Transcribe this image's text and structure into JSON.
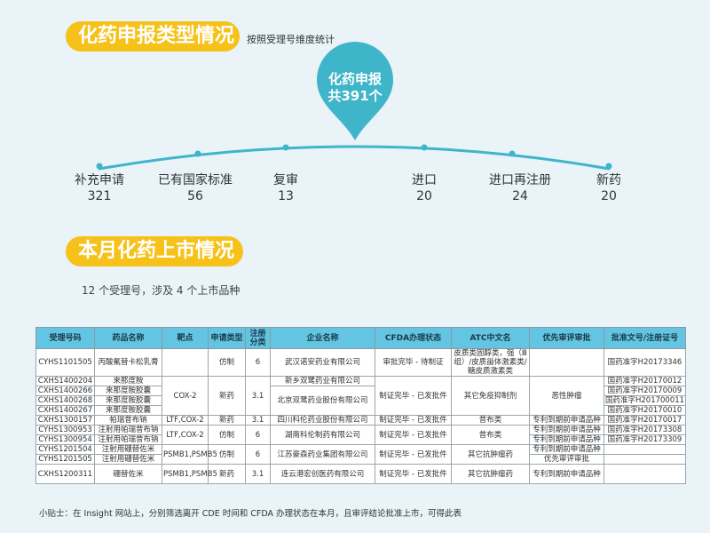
{
  "header": {
    "title": "化药申报类型情况",
    "subtitle": "按照受理号维度统计"
  },
  "summary": {
    "line1": "化药申报",
    "line2": "共391个"
  },
  "categories": [
    {
      "label": "补充申请",
      "value": "321"
    },
    {
      "label": "已有国家标准",
      "value": "56"
    },
    {
      "label": "复审",
      "value": "13"
    },
    {
      "label": "进口",
      "value": "20"
    },
    {
      "label": "进口再注册",
      "value": "24"
    },
    {
      "label": "新药",
      "value": "20"
    }
  ],
  "section2": {
    "title": "本月化药上市情况",
    "note": "12 个受理号，涉及 4 个上市品种"
  },
  "table": {
    "headers": [
      "受理号码",
      "药品名称",
      "靶点",
      "申请类型",
      "注册分类",
      "企业名称",
      "CFDA办理状态",
      "ATC中文名",
      "优先审评审批",
      "批准文号/注册证号"
    ],
    "rows": [
      {
        "id": "CYHS1101505",
        "drug": "丙酸氟替卡松乳膏",
        "target": "",
        "type": "仿制",
        "cls": "6",
        "company": "武汉诺安药业有限公司",
        "status": "审批完毕 - 待制证",
        "atc": "皮质类固醇类，强（Ⅲ组）/皮质甾体激素类/糖皮质激素类",
        "priority": "",
        "approval": "国药准字H20173346"
      },
      {
        "id": "CXHS1400204",
        "drug": "来那度胺",
        "target": "",
        "type": "",
        "cls": "",
        "company": "新乡双鹭药业有限公司",
        "status": "",
        "atc": "",
        "priority": "",
        "approval": "国药准字H20170012"
      },
      {
        "id": "CXHS1400266",
        "drug": "来那度胺胶囊",
        "target": "",
        "type": "",
        "cls": "",
        "company": "",
        "status": "",
        "atc": "",
        "priority": "",
        "approval": "国药准字H20170009"
      },
      {
        "id": "CXHS1400268",
        "drug": "来那度胺胶囊",
        "target": "",
        "type": "",
        "cls": "",
        "company": "",
        "status": "",
        "atc": "",
        "priority": "",
        "approval": "国药准字H201700011"
      },
      {
        "id": "CXHS1400267",
        "drug": "来那度胺胶囊",
        "target": "",
        "type": "",
        "cls": "",
        "company": "",
        "status": "",
        "atc": "",
        "priority": "",
        "approval": "国药准字H20170010"
      },
      {
        "id": "CXHS1300157",
        "drug": "帕瑞昔布钠",
        "target": "LTF,COX-2",
        "type": "新药",
        "cls": "3.1",
        "company": "四川科伦药业股份有限公司",
        "status": "制证完毕 - 已发批件",
        "atc": "昔布类",
        "priority": "专利到期前申请品种",
        "approval": "国药准字H20170017"
      },
      {
        "id": "CYHS1300953",
        "drug": "注射用帕瑞昔布钠",
        "target": "",
        "type": "",
        "cls": "",
        "company": "",
        "status": "",
        "atc": "",
        "priority": "专利到期前申请品种",
        "approval": "国药准字H20173308"
      },
      {
        "id": "CYHS1300954",
        "drug": "注射用帕瑞昔布钠",
        "target": "",
        "type": "",
        "cls": "",
        "company": "",
        "status": "",
        "atc": "",
        "priority": "专利到期前申请品种",
        "approval": "国药准字H20173309"
      },
      {
        "id": "CYHS1201504",
        "drug": "注射用硼替佐米",
        "target": "",
        "type": "",
        "cls": "",
        "company": "",
        "status": "",
        "atc": "",
        "priority": "专利到期前申请品种",
        "approval": ""
      },
      {
        "id": "CYHS1201505",
        "drug": "注射用硼替佐米",
        "target": "",
        "type": "",
        "cls": "",
        "company": "",
        "status": "",
        "atc": "",
        "priority": "优先审评审批",
        "approval": ""
      },
      {
        "id": "CXHS1200311",
        "drug": "硼替佐米",
        "target": "PSMB1,PSMB5",
        "type": "新药",
        "cls": "3.1",
        "company": "连云港宏创医药有限公司",
        "status": "制证完毕 - 已发批件",
        "atc": "其它抗肿瘤药",
        "priority": "专利到期前申请品种",
        "approval": ""
      }
    ],
    "merged": {
      "lenalidomide_target": "COX-2",
      "lenalidomide_type": "新药",
      "lenalidomide_cls": "3.1",
      "lenalidomide_company": "北京双鹭药业股份有限公司",
      "lenalidomide_status": "制证完毕 - 已发批件",
      "lenalidomide_atc": "其它免疫抑制剂",
      "lenalidomide_priority": "恶性肿瘤",
      "parecoxib_target": "LTF,COX-2",
      "parecoxib_type": "仿制",
      "parecoxib_cls": "6",
      "parecoxib_company": "湖南科伦制药有限公司",
      "parecoxib_status": "制证完毕 - 已发批件",
      "parecoxib_atc": "昔布类",
      "bortezomib_target": "PSMB1,PSMB5",
      "bortezomib_type": "仿制",
      "bortezomib_cls": "6",
      "bortezomib_company": "江苏豪森药业集团有限公司",
      "bortezomib_status": "制证完毕 - 已发批件",
      "bortezomib_atc": "其它抗肿瘤药"
    }
  },
  "tip": "小贴士：在 Insight 网站上，分别筛选离开 CDE 时间和 CFDA 办理状态在本月，且审评结论批准上市，可得此表",
  "colors": {
    "accent": "#f6c21a",
    "teal": "#3fb5c9",
    "header_bg": "#63c5e1",
    "background": "#e9f3f8"
  }
}
